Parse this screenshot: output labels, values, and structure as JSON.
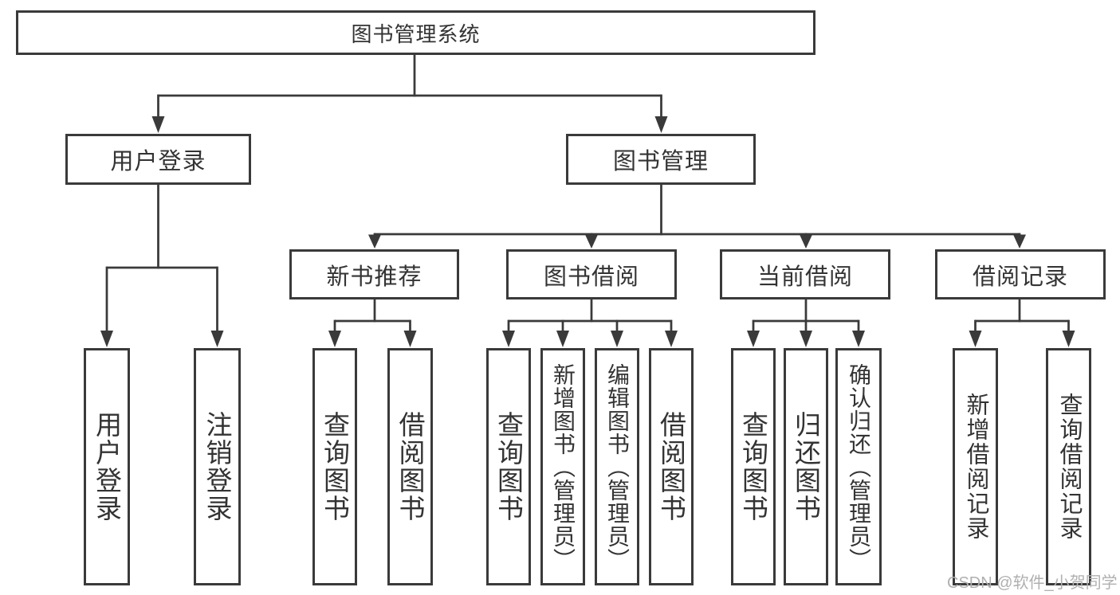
{
  "diagram_type": "hierarchy-tree",
  "colors": {
    "line": "#3a3a3a",
    "box_border": "#3a3a3a",
    "text": "#333333",
    "background": "#ffffff",
    "watermark": "#b0b0b0"
  },
  "tree": {
    "label": "图书管理系统",
    "children": [
      {
        "label": "用户登录",
        "children": [
          {
            "label": "用户登录"
          },
          {
            "label": "注销登录"
          }
        ]
      },
      {
        "label": "图书管理",
        "children": [
          {
            "label": "新书推荐",
            "children": [
              {
                "label": "查询图书"
              },
              {
                "label": "借阅图书"
              }
            ]
          },
          {
            "label": "图书借阅",
            "children": [
              {
                "label": "查询图书"
              },
              {
                "label": "新增图书（管理员）"
              },
              {
                "label": "编辑图书（管理员）"
              },
              {
                "label": "借阅图书"
              }
            ]
          },
          {
            "label": "当前借阅",
            "children": [
              {
                "label": "查询图书"
              },
              {
                "label": "归还图书"
              },
              {
                "label": "确认归还（管理员）"
              }
            ]
          },
          {
            "label": "借阅记录",
            "children": [
              {
                "label": "新增借阅记录"
              },
              {
                "label": "查询借阅记录"
              }
            ]
          }
        ]
      }
    ]
  },
  "watermark": {
    "text": "CSDN @软件_小贺同学"
  }
}
